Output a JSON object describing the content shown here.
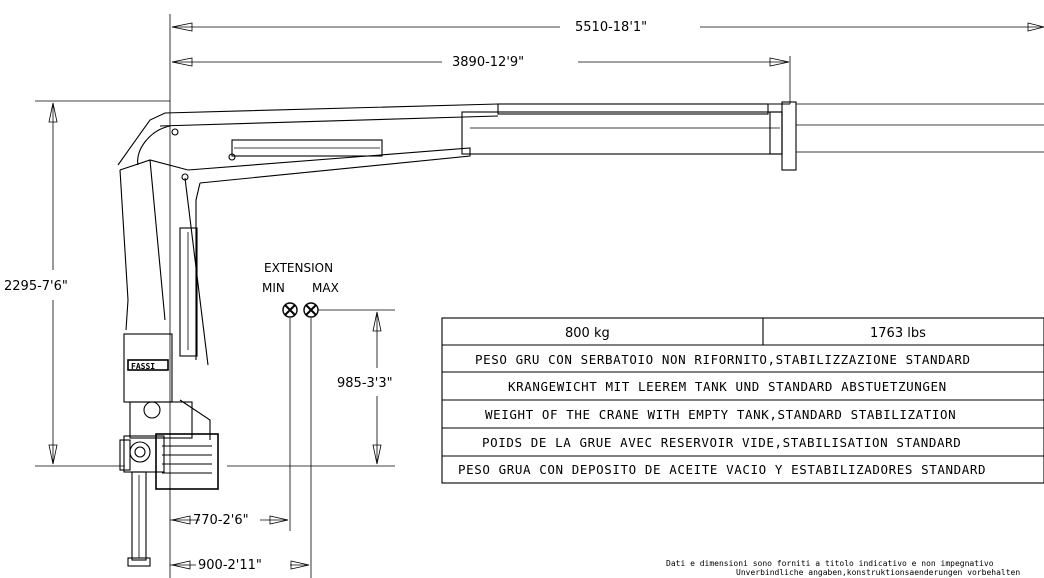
{
  "dimensions": {
    "total_reach": "5510-18'1\"",
    "reach_min_ext": "3890-12'9\"",
    "height": "2295-7'6\"",
    "hook_drop": "985-3'3\"",
    "offset_min": "770-2'6\"",
    "offset_max": "900-2'11\""
  },
  "extension": {
    "title": "EXTENSION",
    "min_label": "MIN",
    "max_label": "MAX"
  },
  "brand": "FASSI",
  "weight_table": {
    "kg": "800 kg",
    "lbs": "1763 lbs",
    "rows": [
      "PESO GRU CON SERBATOIO NON RIFORNITO,STABILIZZAZIONE STANDARD",
      "KRANGEWICHT MIT LEEREM TANK UND STANDARD ABSTUETZUNGEN",
      "WEIGHT OF THE CRANE WITH EMPTY TANK,STANDARD STABILIZATION",
      "POIDS DE LA GRUE AVEC RESERVOIR VIDE,STABILISATION STANDARD",
      "PESO GRUA CON DEPOSITO DE ACEITE VACIO Y ESTABILIZADORES STANDARD"
    ]
  },
  "disclaimer": [
    "Dati e dimensioni sono forniti a titolo indicativo e non impegnativo",
    "Unverbindliche angaben,konstruktionsaenderungen vorbehalten"
  ]
}
